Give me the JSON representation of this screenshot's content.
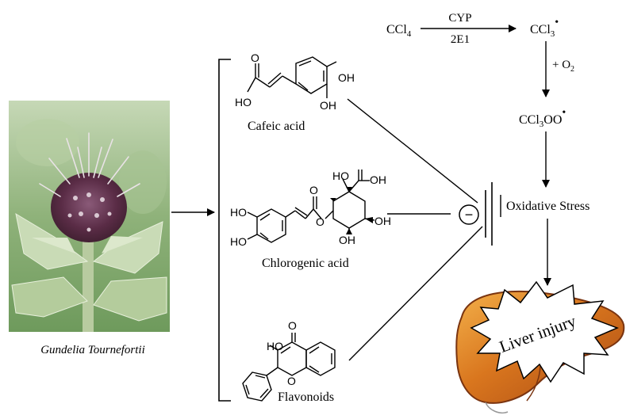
{
  "plant": {
    "caption": "Gundelia Tournefortii"
  },
  "compounds": {
    "cafeic": {
      "name": "Cafeic acid",
      "labels": {
        "oh_para": "OH",
        "oh_meta": "OH",
        "acid_oh": "HO",
        "acid_o": "O"
      }
    },
    "chlorogenic": {
      "name": "Chlorogenic acid",
      "labels": {
        "ho_top": "HO",
        "ho_bottom": "HO",
        "ester_o": "O",
        "ring_o": "O",
        "acid_ho": "HO",
        "acid_oh": "OH",
        "oh_right": "OH",
        "oh_bottom": "OH"
      }
    },
    "flavonoids": {
      "name": "Flavonoids",
      "labels": {
        "ho": "HO",
        "keto_o": "O",
        "ring_o": "O"
      }
    }
  },
  "pathway": {
    "ccl4": "CCl",
    "ccl4_sub": "4",
    "enzyme_top": "CYP",
    "enzyme_bottom": "2E1",
    "radical": "CCl",
    "radical_sub": "3",
    "radical_dot": "•",
    "o2_prefix": "+ O",
    "o2_sub": "2",
    "peroxy": "CCl",
    "peroxy_sub": "3",
    "peroxy_tail": "OO",
    "peroxy_dot": "•",
    "inhibit_sign": "−",
    "stress": "Oxidative Stress",
    "injury": "Liver injury"
  },
  "colors": {
    "line": "#000000",
    "liver_dark": "#b5541c",
    "liver_mid": "#d9761e",
    "liver_light": "#f0a53a",
    "plant_leaf": "#9fc08a",
    "plant_bg": "#7fa86a"
  }
}
